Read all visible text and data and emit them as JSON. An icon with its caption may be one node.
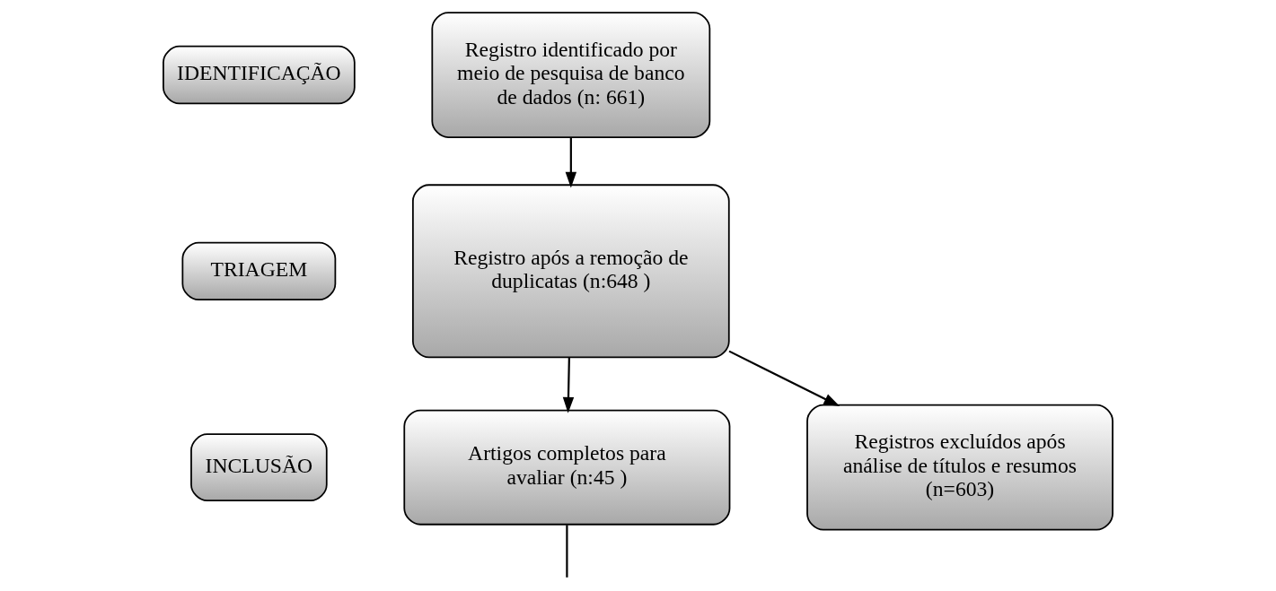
{
  "diagram": {
    "nodes": [
      {
        "text": [
          "IDENTIFICAÇÃO"
        ]
      },
      {
        "text": [
          "Registro identificado por meio de pesquisa de banco de dados (n: 661)"
        ]
      },
      {
        "text": [
          "TRIAGEM"
        ]
      },
      {
        "text": [
          "Registro após a remoção de duplicatas (n:648 )"
        ]
      },
      {
        "text": [
          "INCLUSÃO"
        ]
      },
      {
        "text": [
          "Artigos completos para avaliar (n:45 )"
        ]
      },
      {
        "text": [
          "Registros excluídos após análise de títulos e resumos (n=603)"
        ]
      }
    ],
    "edges": [
      {
        "from": 1,
        "to": 3,
        "arrow": "to"
      },
      {
        "from": 3,
        "to": 5,
        "arrow": "to"
      },
      {
        "from": 3,
        "to": 6,
        "arrow": "to"
      },
      {
        "from": 5,
        "to": null,
        "arrow": "none"
      }
    ]
  }
}
